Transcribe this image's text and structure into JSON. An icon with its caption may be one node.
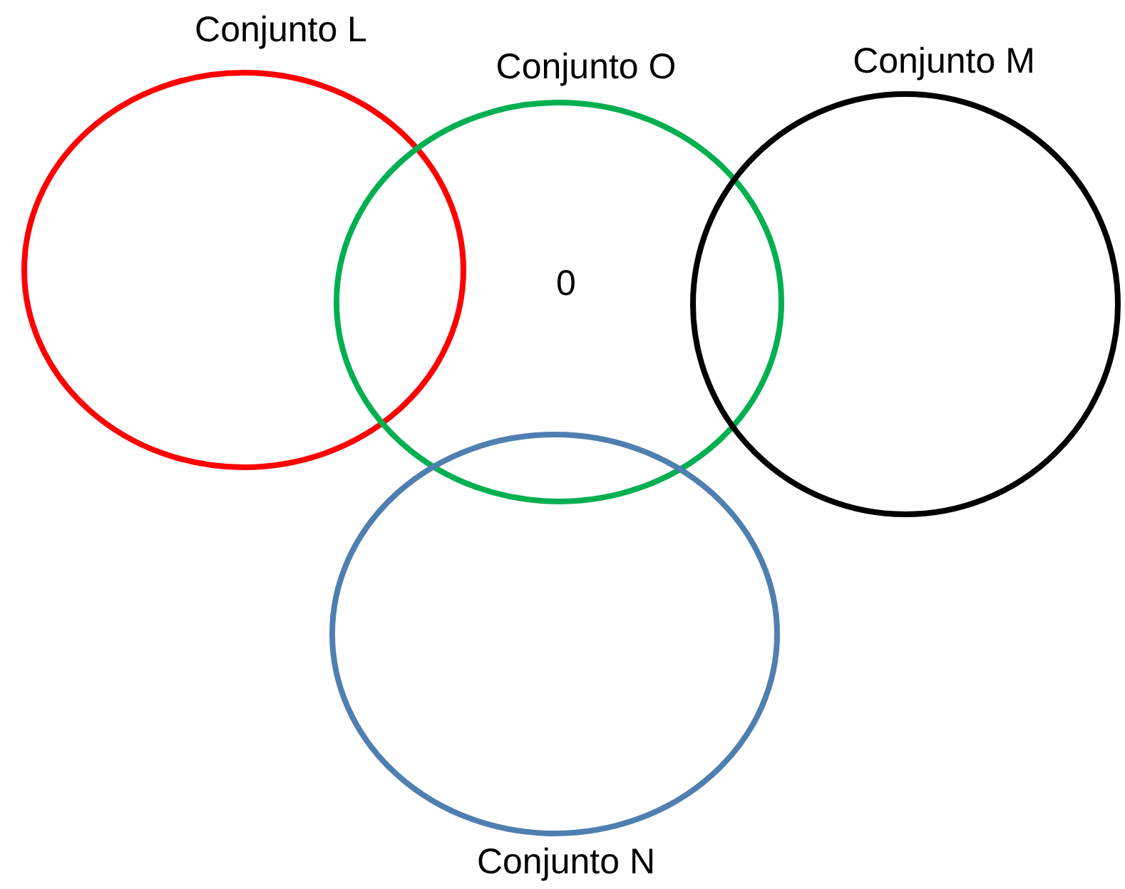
{
  "diagram": {
    "nodes": [
      {
        "text": [
          "Conjunto L"
        ]
      },
      {
        "text": [
          "Conjunto O"
        ]
      },
      {
        "text": [
          "Conjunto M"
        ]
      },
      {
        "text": [
          "Conjunto N"
        ]
      }
    ],
    "labels": [
      "0"
    ]
  }
}
